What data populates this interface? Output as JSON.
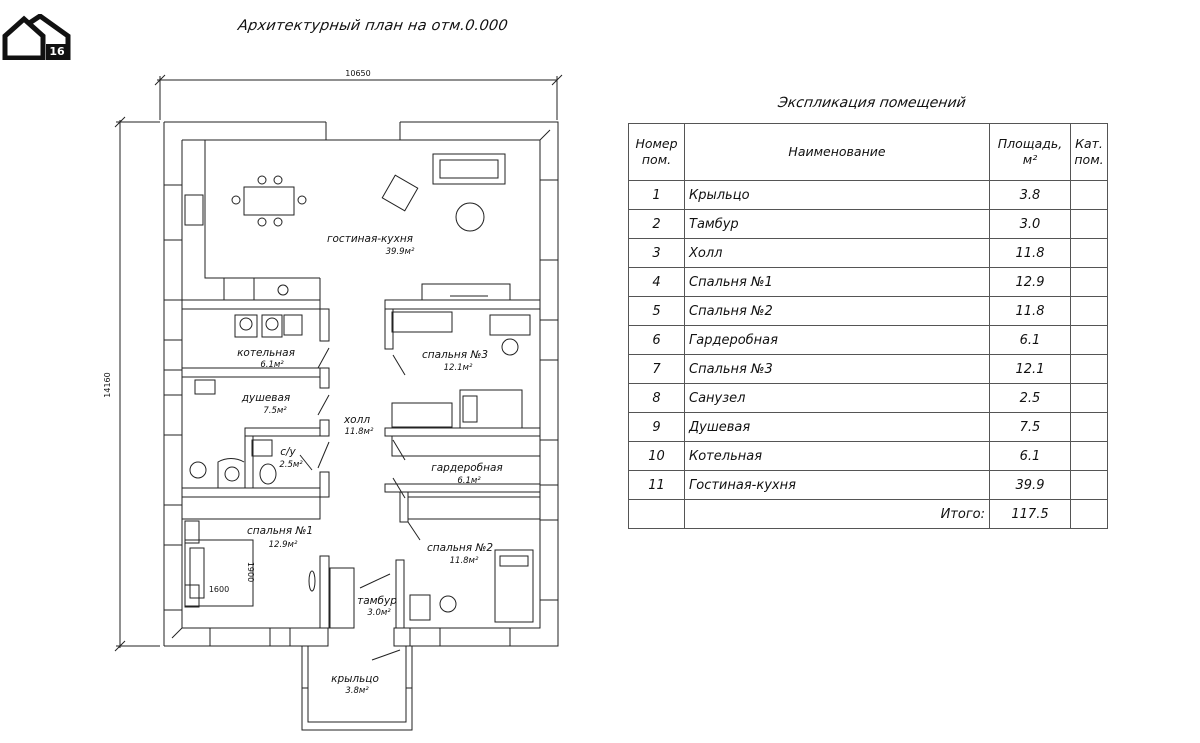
{
  "logo": {
    "badge": "16"
  },
  "plan": {
    "title": "Архитектурный план на отм.0.000",
    "dims": {
      "width": "10650",
      "height": "14160"
    },
    "rooms": [
      {
        "id": "living",
        "name": "гостиная-кухня",
        "area": "39.9м²"
      },
      {
        "id": "boiler",
        "name": "котельная",
        "area": "6.1м²"
      },
      {
        "id": "shower",
        "name": "душевая",
        "area": "7.5м²"
      },
      {
        "id": "wc",
        "name": "с/у",
        "area": "2.5м²"
      },
      {
        "id": "hall",
        "name": "холл",
        "area": "11.8м²"
      },
      {
        "id": "bed3",
        "name": "спальня №3",
        "area": "12.1м²"
      },
      {
        "id": "wardrobe",
        "name": "гардеробная",
        "area": "6.1м²"
      },
      {
        "id": "bed1",
        "name": "спальня №1",
        "area": "12.9м²"
      },
      {
        "id": "bed2",
        "name": "спальня №2",
        "area": "11.8м²"
      },
      {
        "id": "vest",
        "name": "тамбур",
        "area": "3.0м²"
      },
      {
        "id": "porch",
        "name": "крыльцо",
        "area": "3.8м²"
      }
    ],
    "bed_dims": {
      "w": "1600",
      "h": "1900"
    }
  },
  "explication": {
    "title": "Экспликация помещений",
    "headers": {
      "num": [
        "Номер",
        "пом."
      ],
      "name": "Наименование",
      "area": [
        "Площадь,",
        "м²"
      ],
      "cat": [
        "Кат.",
        "пом."
      ]
    },
    "rows": [
      {
        "num": "1",
        "name": "Крыльцо",
        "area": "3.8"
      },
      {
        "num": "2",
        "name": "Тамбур",
        "area": "3.0"
      },
      {
        "num": "3",
        "name": "Холл",
        "area": "11.8"
      },
      {
        "num": "4",
        "name": "Спальня №1",
        "area": "12.9"
      },
      {
        "num": "5",
        "name": "Спальня №2",
        "area": "11.8"
      },
      {
        "num": "6",
        "name": "Гардеробная",
        "area": "6.1"
      },
      {
        "num": "7",
        "name": "Спальня №3",
        "area": "12.1"
      },
      {
        "num": "8",
        "name": "Санузел",
        "area": "2.5"
      },
      {
        "num": "9",
        "name": "Душевая",
        "area": "7.5"
      },
      {
        "num": "10",
        "name": "Котельная",
        "area": "6.1"
      },
      {
        "num": "11",
        "name": "Гостиная-кухня",
        "area": "39.9"
      }
    ],
    "total_label": "Итого:",
    "total_value": "117.5"
  }
}
